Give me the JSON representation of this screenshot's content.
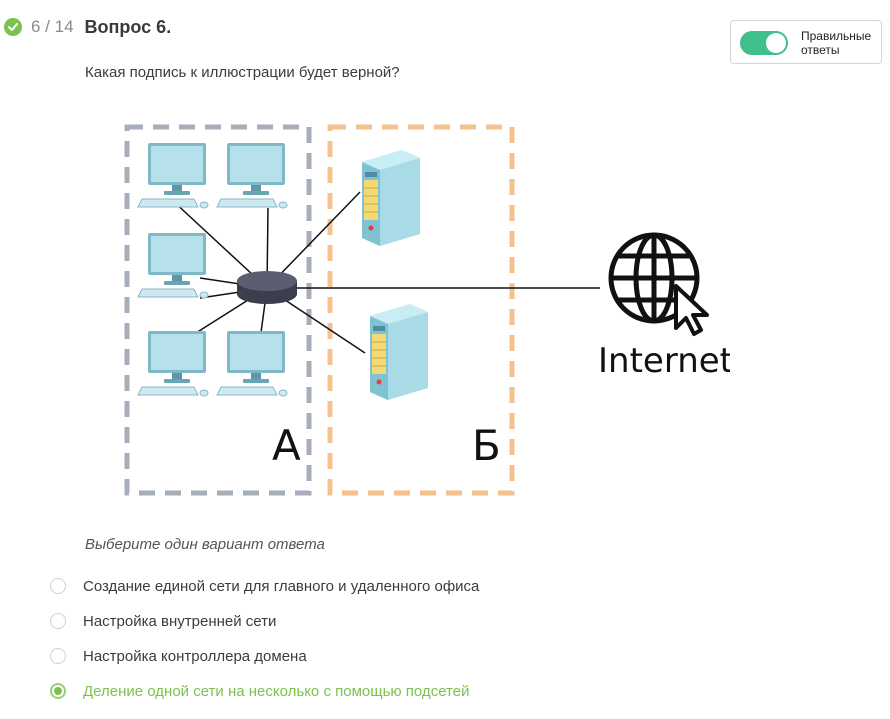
{
  "header": {
    "counter": "6 / 14",
    "title": "Вопрос 6."
  },
  "toggle": {
    "label": "Правильные ответы",
    "enabled": true
  },
  "question": {
    "text": "Какая подпись к иллюстрации будет верной?"
  },
  "diagram": {
    "zone_a_label": "А",
    "zone_b_label": "Б",
    "internet_label": "Internet",
    "colors": {
      "zone_a_border": "#a7aebb",
      "zone_b_border": "#f5c28e",
      "hub": "#4a4d5c"
    }
  },
  "hint": "Выберите один вариант ответа",
  "options": [
    {
      "label": "Создание единой сети для главного и удаленного офиса",
      "selected": false
    },
    {
      "label": "Настройка внутренней сети",
      "selected": false
    },
    {
      "label": "Настройка контроллера домена",
      "selected": false
    },
    {
      "label": "Деление одной сети на несколько с помощью подсетей",
      "selected": true
    }
  ],
  "accent": "#7cc24f"
}
